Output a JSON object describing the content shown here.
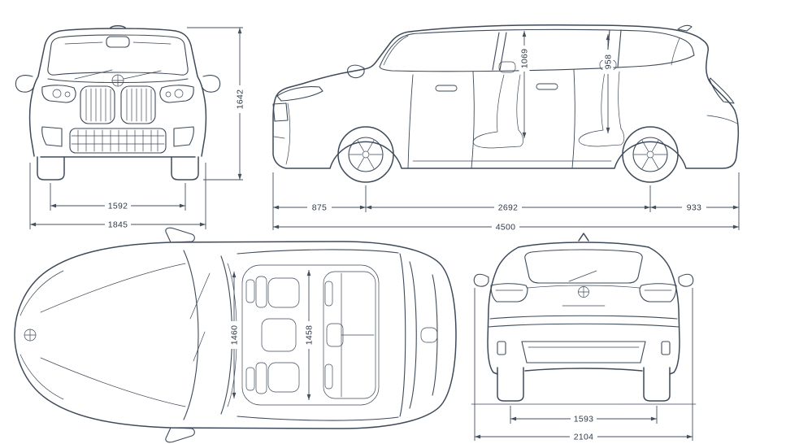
{
  "diagram": {
    "subject": "suv-four-view-dimension-drawing",
    "line_color": "#3e4a59",
    "background": "#ffffff",
    "front_view": {
      "name": "front-view",
      "dimensions": {
        "track_width": "1592",
        "overall_width": "1845",
        "overall_height": "1642"
      }
    },
    "side_view": {
      "name": "side-view",
      "dimensions": {
        "front_interior_height": "1069",
        "rear_interior_height": "958",
        "front_overhang": "875",
        "wheelbase": "2692",
        "rear_overhang": "933",
        "overall_length": "4500"
      }
    },
    "top_view": {
      "name": "top-view",
      "dimensions": {
        "front_interior_width": "1460",
        "rear_interior_width": "1458"
      }
    },
    "rear_view": {
      "name": "rear-view",
      "dimensions": {
        "rear_track_width": "1593",
        "overall_width_with_mirrors": "2104"
      }
    }
  }
}
